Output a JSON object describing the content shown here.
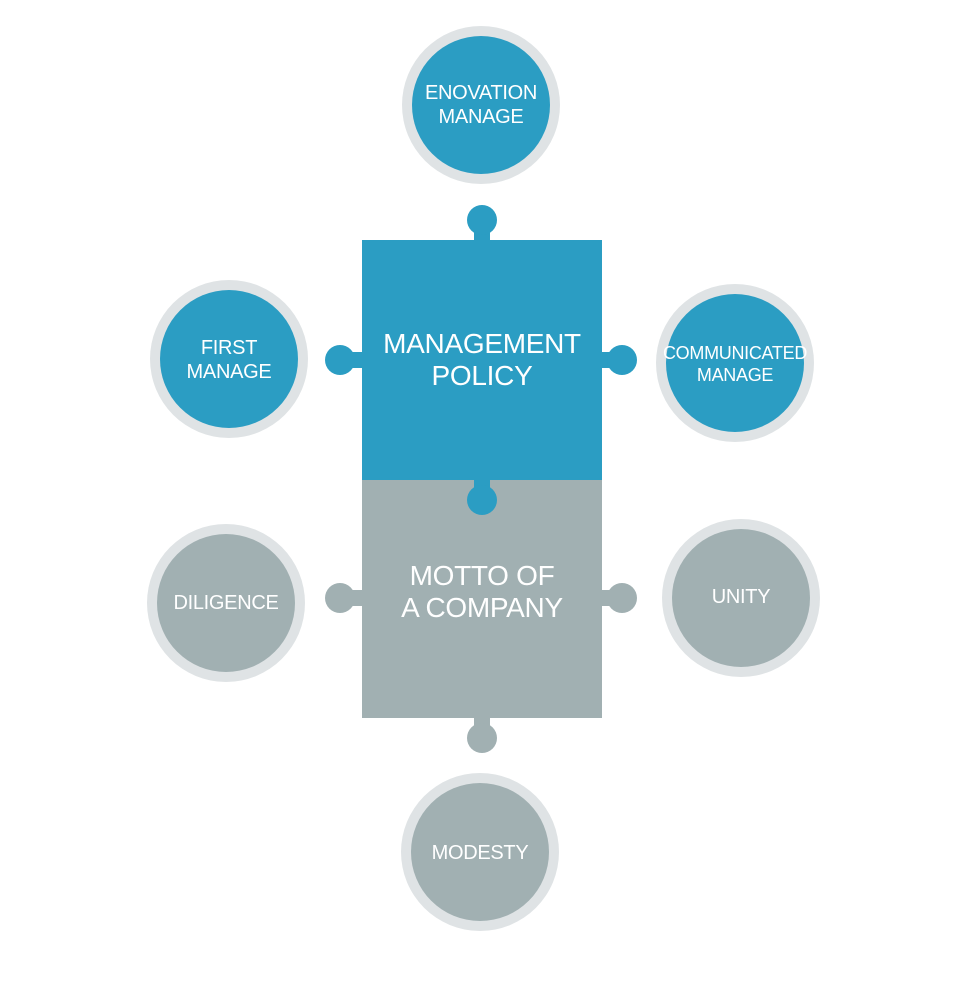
{
  "colors": {
    "policy_blue": "#2b9dc3",
    "motto_gray": "#a1b0b2",
    "ring_light": "#dfe3e5",
    "text": "#ffffff"
  },
  "policy": {
    "title_line1": "MANAGEMENT",
    "title_line2": "POLICY",
    "items": [
      {
        "line1": "ENOVATION",
        "line2": "MANAGE"
      },
      {
        "line1": "FIRST",
        "line2": "MANAGE"
      },
      {
        "line1": "COMMUNICATED",
        "line2": "MANAGE"
      }
    ]
  },
  "motto": {
    "title_line1": "MOTTO OF",
    "title_line2": "A COMPANY",
    "items": [
      {
        "line1": "DILIGENCE"
      },
      {
        "line1": "UNITY"
      },
      {
        "line1": "MODESTY"
      }
    ]
  }
}
